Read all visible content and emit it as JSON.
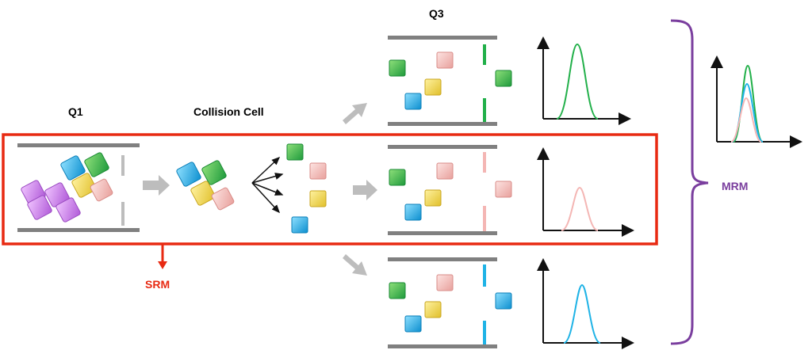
{
  "labels": {
    "q1": "Q1",
    "collision_cell": "Collision Cell",
    "q3": "Q3",
    "srm": "SRM",
    "mrm": "MRM"
  },
  "colors": {
    "green": "#22b04a",
    "pink": "#f4b6b4",
    "blue": "#1fb3e6",
    "yellow": "#f6dc55",
    "purple": "#c77ce8",
    "srm_red": "#e82a12",
    "mrm_purple": "#7a3e9e",
    "rail_gray": "#808080",
    "arrow_gray": "#bdbdbd"
  },
  "icons": {
    "precursor_cluster": "cube-cluster-icon",
    "fragment_cubes": "fragment-cube-icon",
    "chromatogram_peak": "gaussian-peak-icon"
  }
}
